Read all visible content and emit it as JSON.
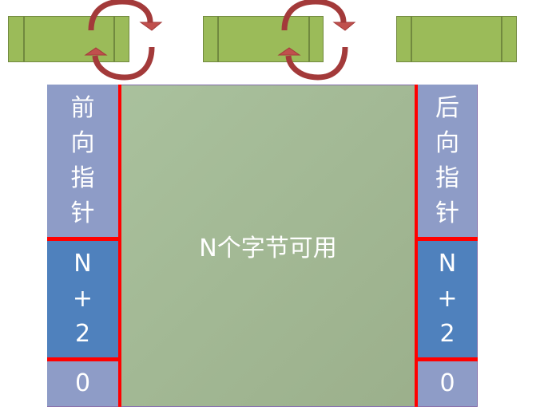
{
  "blocks": 3,
  "colors": {
    "block": "#9bbb59",
    "arrow": "#a33a3a",
    "pointer": "#8e9cc7",
    "size": "#4f81bd",
    "separator": "#ff0000",
    "payload": "#a3b996"
  },
  "left": {
    "pointer_label": [
      "前",
      "向",
      "指",
      "针"
    ],
    "size_label": [
      "N",
      "+",
      "2"
    ],
    "end_label": "0"
  },
  "right": {
    "pointer_label": [
      "后",
      "向",
      "指",
      "针"
    ],
    "size_label": [
      "N",
      "+",
      "2"
    ],
    "end_label": "0"
  },
  "center_label": "N个字节可用"
}
